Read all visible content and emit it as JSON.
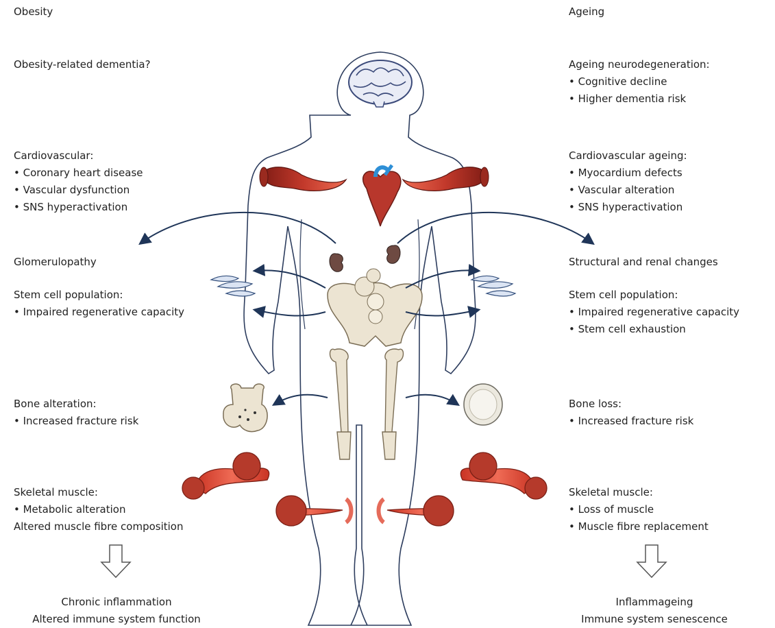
{
  "left": {
    "heading": "Obesity",
    "brain": "Obesity-related dementia?",
    "cardio": {
      "title": "Cardiovascular:",
      "items": [
        "• Coronary heart disease",
        "• Vascular dysfunction",
        "• SNS hyperactivation"
      ]
    },
    "kidney": "Glomerulopathy",
    "stem": {
      "title": "Stem cell population:",
      "items": [
        "• Impaired regenerative capacity"
      ]
    },
    "bone": {
      "title": "Bone alteration:",
      "items": [
        "• Increased fracture risk"
      ]
    },
    "muscle": {
      "title": "Skeletal muscle:",
      "items": [
        "• Metabolic alteration",
        "Altered muscle fibre composition"
      ]
    },
    "outcome": [
      "Chronic inflammation",
      "Altered immune system function"
    ]
  },
  "right": {
    "heading": "Ageing",
    "brain": {
      "title": "Ageing neurodegeneration:",
      "items": [
        "• Cognitive decline",
        "• Higher dementia risk"
      ]
    },
    "cardio": {
      "title": "Cardiovascular ageing:",
      "items": [
        "• Myocardium defects",
        "• Vascular alteration",
        "• SNS hyperactivation"
      ]
    },
    "kidney": "Structural and renal changes",
    "stem": {
      "title": "Stem cell population:",
      "items": [
        "• Impaired regenerative capacity",
        "• Stem cell exhaustion"
      ]
    },
    "bone": {
      "title": "Bone loss:",
      "items": [
        "• Increased fracture risk"
      ]
    },
    "muscle": {
      "title": "Skeletal muscle:",
      "items": [
        "• Loss of muscle",
        "• Muscle fibre replacement"
      ]
    },
    "outcome": [
      "Inflammageing",
      "Immune system senescence"
    ]
  },
  "colors": {
    "outline": "#2d3d5e",
    "arrow": "#1f3558",
    "muscle": "#d9412f",
    "bone": "#ece4d2",
    "heart": "#b8372c",
    "vessel": "#2e8fd6"
  }
}
